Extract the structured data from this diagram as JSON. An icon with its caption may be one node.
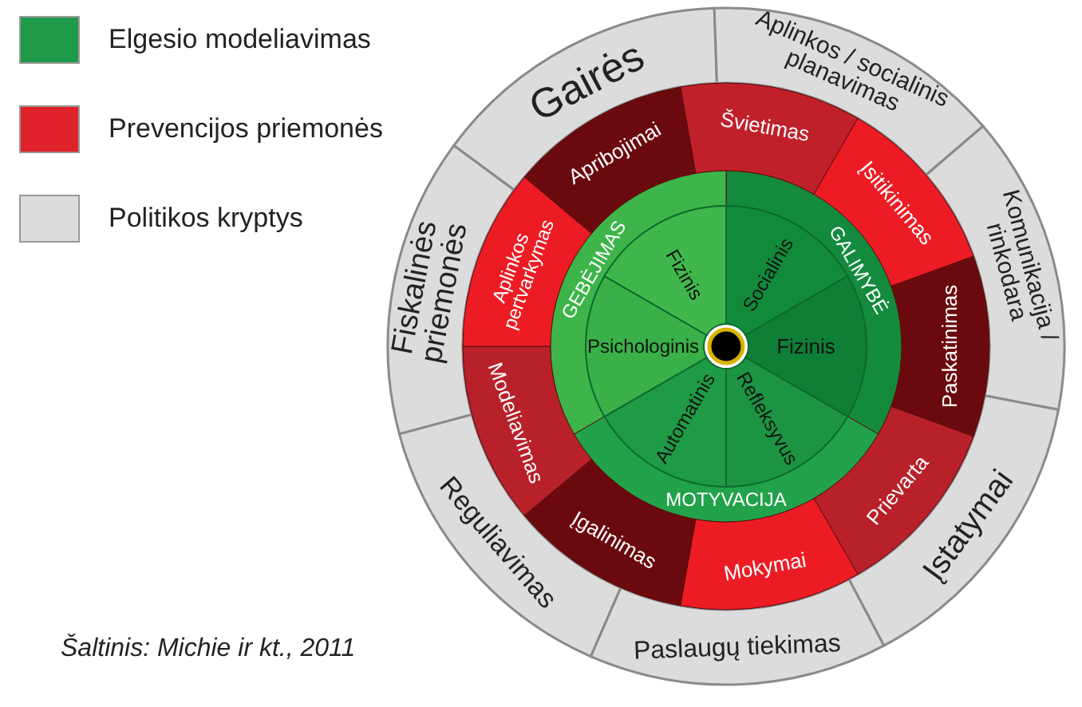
{
  "diagram": {
    "caption": "Šaltinis: Michie ir kt., 2011",
    "nodes": [
      {
        "text": [
          "Gairės"
        ]
      },
      {
        "text": [
          "Aplinkos / socialinis planavimas"
        ]
      },
      {
        "text": [
          "Komunikacija / rinkodara"
        ]
      },
      {
        "text": [
          "Įstatymai"
        ]
      },
      {
        "text": [
          "Paslaugų tiekimas"
        ]
      },
      {
        "text": [
          "Reguliavimas"
        ]
      },
      {
        "text": [
          "Fiskalinės priemonės"
        ]
      },
      {
        "text": [
          "Švietimas"
        ]
      },
      {
        "text": [
          "Įsitikinimas"
        ]
      },
      {
        "text": [
          "Paskatinimas"
        ]
      },
      {
        "text": [
          "Prievarta"
        ]
      },
      {
        "text": [
          "Mokymai"
        ]
      },
      {
        "text": [
          "Įgalinimas"
        ]
      },
      {
        "text": [
          "Modeliavimas"
        ]
      },
      {
        "text": [
          "Aplinkos pertvarkymas"
        ]
      },
      {
        "text": [
          "Apribojimai"
        ]
      },
      {
        "text": [
          "GALIMYBĖ"
        ]
      },
      {
        "text": [
          "Socialinis"
        ]
      },
      {
        "text": [
          "Fizinis"
        ]
      },
      {
        "text": [
          "MOTYVACIJA"
        ]
      },
      {
        "text": [
          "Refleksyvus"
        ]
      },
      {
        "text": [
          "Automatinis"
        ]
      },
      {
        "text": [
          "GEBĖJIMAS"
        ]
      },
      {
        "text": [
          "Psichologinis"
        ]
      },
      {
        "text": [
          "Fizinis"
        ]
      }
    ],
    "legend": [
      {
        "text": "Elgesio modeliavimas",
        "color": "#1e9a48"
      },
      {
        "text": "Prevencijos priemonės",
        "color": "#e0222a"
      },
      {
        "text": "Politikos kryptys",
        "color": "#dcdcdc"
      }
    ]
  }
}
